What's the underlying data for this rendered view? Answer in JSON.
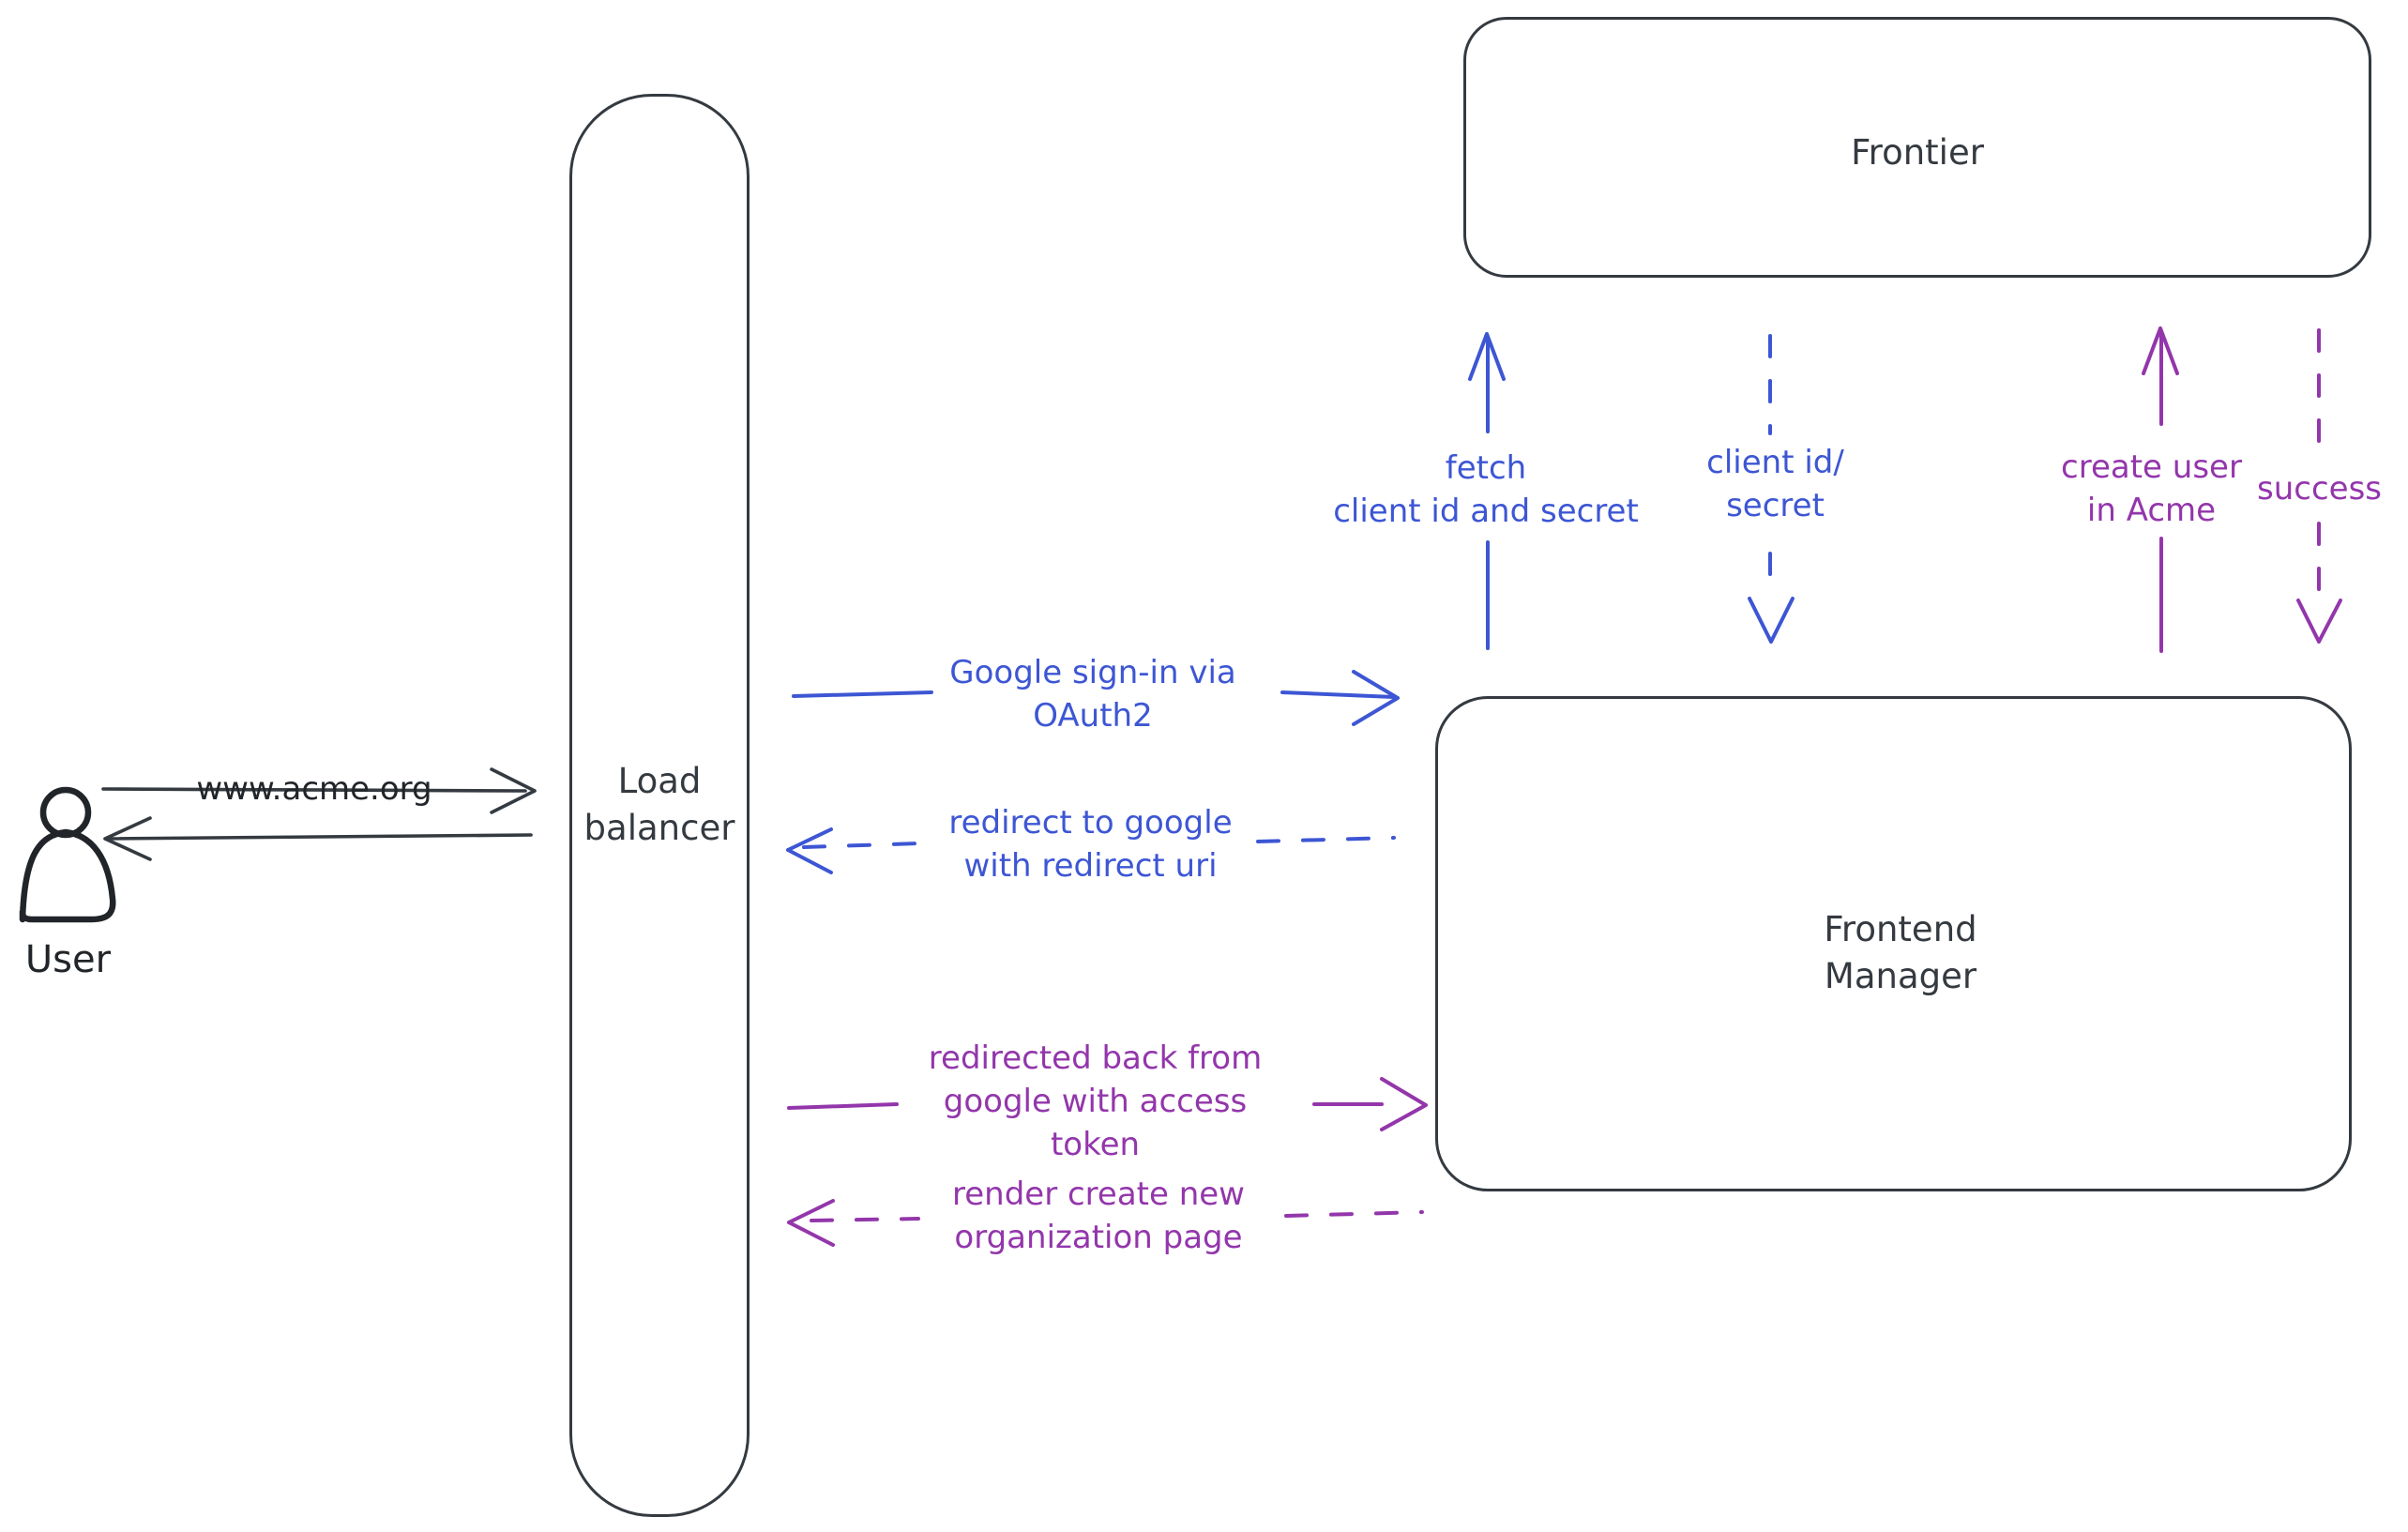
{
  "colors": {
    "ink": "#343a40",
    "user_ink": "#212529",
    "blue": "#3d56d4",
    "purple": "#9336ab",
    "hatch": "#ccd6dd"
  },
  "nodes": {
    "user": {
      "label": "User"
    },
    "load_balancer": {
      "label": "Load\nbalancer"
    },
    "frontier": {
      "label": "Frontier"
    },
    "frontend_manager": {
      "label": "Frontend\nManager"
    }
  },
  "messages": {
    "user_to_lb": "www.acme.org",
    "lb_to_fm_signin": "Google sign-in via\nOAuth2",
    "fm_to_lb_redirect": "redirect to google\nwith redirect uri",
    "fm_to_frontier_fetch": "fetch\nclient id and secret",
    "frontier_to_fm_clientid": "client id/\nsecret",
    "fm_to_frontier_create_user": "create user\nin Acme",
    "frontier_to_fm_success": "success",
    "lb_to_fm_redirected_back": "redirected back from\ngoogle with access\ntoken",
    "fm_to_lb_render": "render create new\norganization page"
  }
}
